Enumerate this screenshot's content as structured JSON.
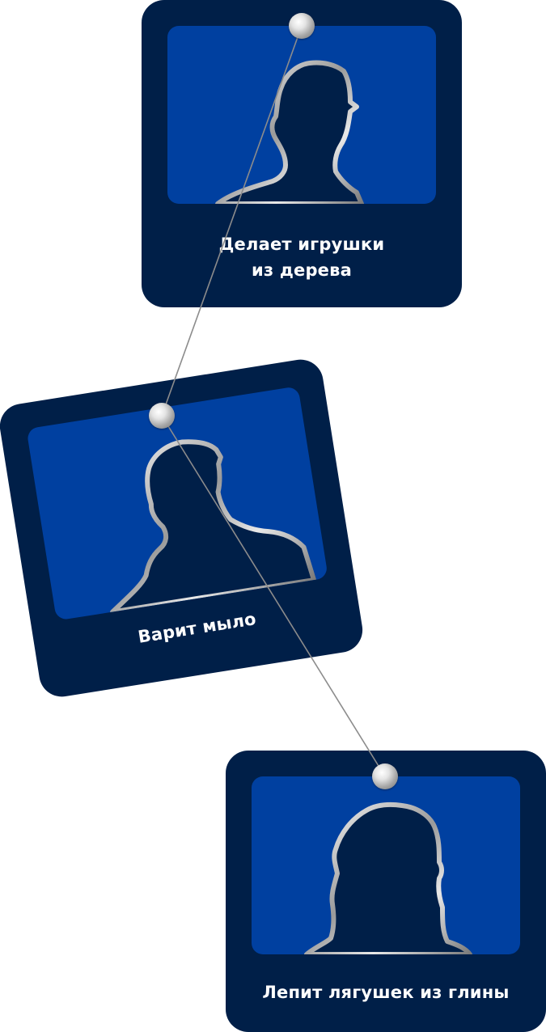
{
  "cards": [
    {
      "caption_lines": [
        "Делает игрушки",
        "из дерева"
      ]
    },
    {
      "caption_lines": [
        "Варит мыло"
      ]
    },
    {
      "caption_lines": [
        "Лепит лягушек из глины"
      ]
    }
  ],
  "icons": {
    "silhouette": "person-silhouette-icon",
    "pin": "pushpin-icon"
  },
  "colors": {
    "card_background": "#001f48",
    "photo_background": "#0040a0",
    "caption_text": "#ffffff",
    "string": "#8c8c8c"
  }
}
